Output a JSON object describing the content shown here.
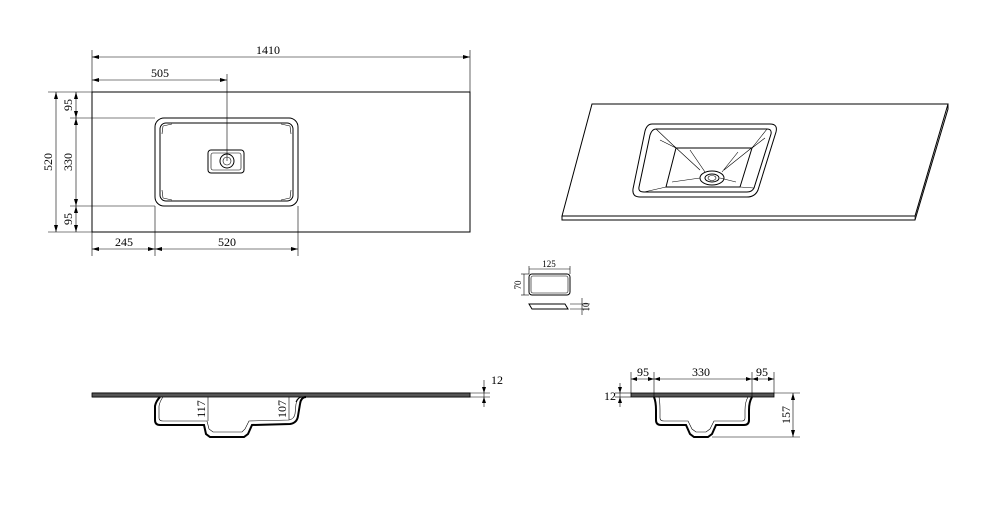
{
  "top_view": {
    "overall_length": "1410",
    "center_offset": "505",
    "overall_depth": "520",
    "edge_front": "95",
    "bowl_depth": "330",
    "edge_back": "95",
    "left_offset": "245",
    "bowl_length": "520"
  },
  "drain_detail": {
    "width": "125",
    "height": "70",
    "thickness": "10"
  },
  "long_section": {
    "slab_thickness": "12",
    "depth_a": "117",
    "depth_b": "107"
  },
  "cross_section": {
    "edge_left": "95",
    "bowl_width": "330",
    "edge_right": "95",
    "slab_thickness": "12",
    "overall_height": "157"
  }
}
